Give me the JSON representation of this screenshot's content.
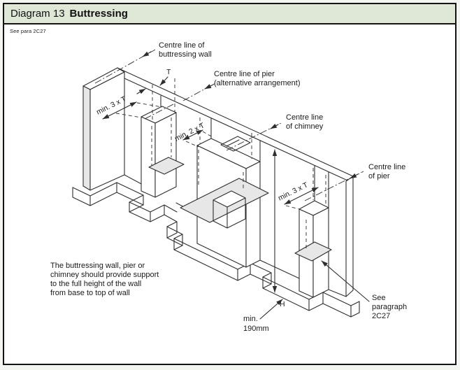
{
  "header": {
    "label": "Diagram 13",
    "title": "Buttressing",
    "see_para": "See para 2C27"
  },
  "colors": {
    "header_bg": "#dfe8d6",
    "border": "#141414",
    "line": "#2e2e2e",
    "section_fill": "#e7e7e7",
    "background": "#ffffff"
  },
  "labels": {
    "centre_buttressing": [
      "Centre line of",
      "buttressing wall"
    ],
    "centre_pier_alt": [
      "Centre line of pier",
      "(alternative arrangement)"
    ],
    "centre_chimney": [
      "Centre line",
      "of chimney"
    ],
    "centre_pier": [
      "Centre line",
      "of pier"
    ],
    "see_paragraph": [
      "See",
      "paragraph",
      "2C27"
    ],
    "note": [
      "The buttressing wall, pier or",
      "chimney should provide support",
      "to the full height of the wall",
      "from base to top of wall"
    ]
  },
  "dimensions": {
    "wall_thickness": "T",
    "pier_left": "min. 3 x T",
    "chimney": "min. 2 x T",
    "pier_right": "min. 3 x T",
    "height": "H",
    "base_min_1": "min.",
    "base_min_2": "190mm"
  }
}
